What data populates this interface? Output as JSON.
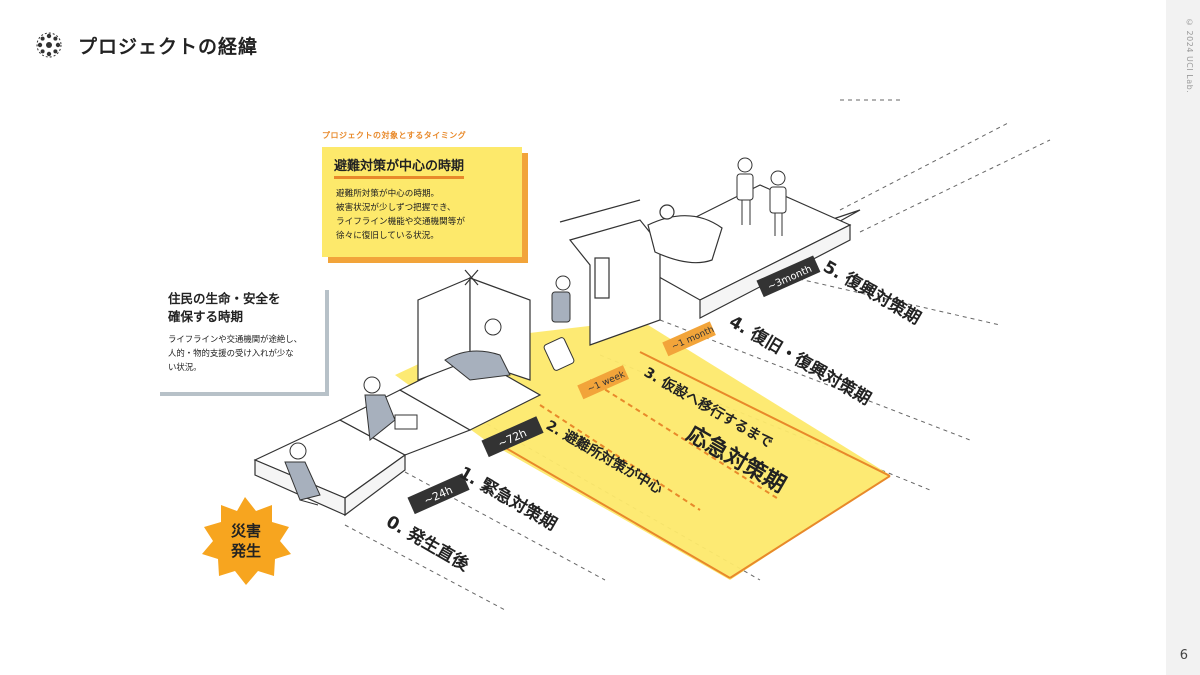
{
  "header": {
    "title": "プロジェクトの経緯"
  },
  "copyright": "© 2024 UCI Lab.",
  "page_number": "6",
  "target_caption": "プロジェクトの対象とするタイミング",
  "callout_top": {
    "title": "避難対策が中心の時期",
    "lines": [
      "避難所対策が中心の時期。",
      "被害状況が少しずつ把握でき、",
      "ライフライン機能や交通機関等が",
      "徐々に復旧している状況。"
    ]
  },
  "callout_left": {
    "title_lines": [
      "住民の生命・安全を",
      "確保する時期"
    ],
    "lines": [
      "ライフラインや交通機関が途絶し、",
      "人的・物的支援の受け入れが少な",
      "い状況。"
    ]
  },
  "phases": [
    {
      "label": "0. 発生直後"
    },
    {
      "label": "1. 緊急対策期"
    },
    {
      "label": "2. 避難所対策が中心"
    },
    {
      "label": "3. 仮設へ移行するまで"
    },
    {
      "label": "4. 復旧・復興対策期"
    },
    {
      "label": "5. 復興対策期"
    }
  ],
  "big_label": "応急対策期",
  "timeline_tags": [
    "~24h",
    "~72h",
    "~1 week",
    "~1 month",
    "~3month"
  ],
  "disaster_badge": {
    "line1": "災害",
    "line2": "発生"
  },
  "colors": {
    "yellow": "#fde96b",
    "orange": "#f2a43a",
    "dark": "#333333",
    "gray": "#b7c1c8"
  }
}
